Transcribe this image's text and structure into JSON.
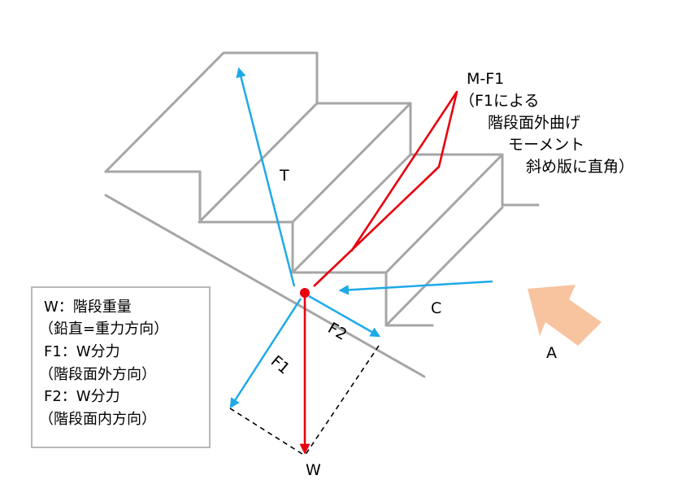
{
  "colors": {
    "stair": "#a6a6a6",
    "blue_vector": "#1eaae8",
    "red_vector": "#e8000e",
    "arrow_a": "#f8c4a0",
    "dashed": "#000000",
    "legend_border": "#b8b8b8"
  },
  "labels": {
    "t": "T",
    "c": "C",
    "a": "A",
    "w": "W",
    "f1": "F1",
    "f2": "F2"
  },
  "moment_annotation": {
    "lines": [
      "M-F1",
      "（F1による",
      "階段面外曲げ",
      "モーメント",
      "斜め版に直角）"
    ]
  },
  "legend": {
    "lines": [
      "W：階段重量",
      "（鉛直=重力方向）",
      "F1：W分力",
      "（階段面外方向）",
      "F2：W分力",
      "（階段面内方向）"
    ]
  }
}
